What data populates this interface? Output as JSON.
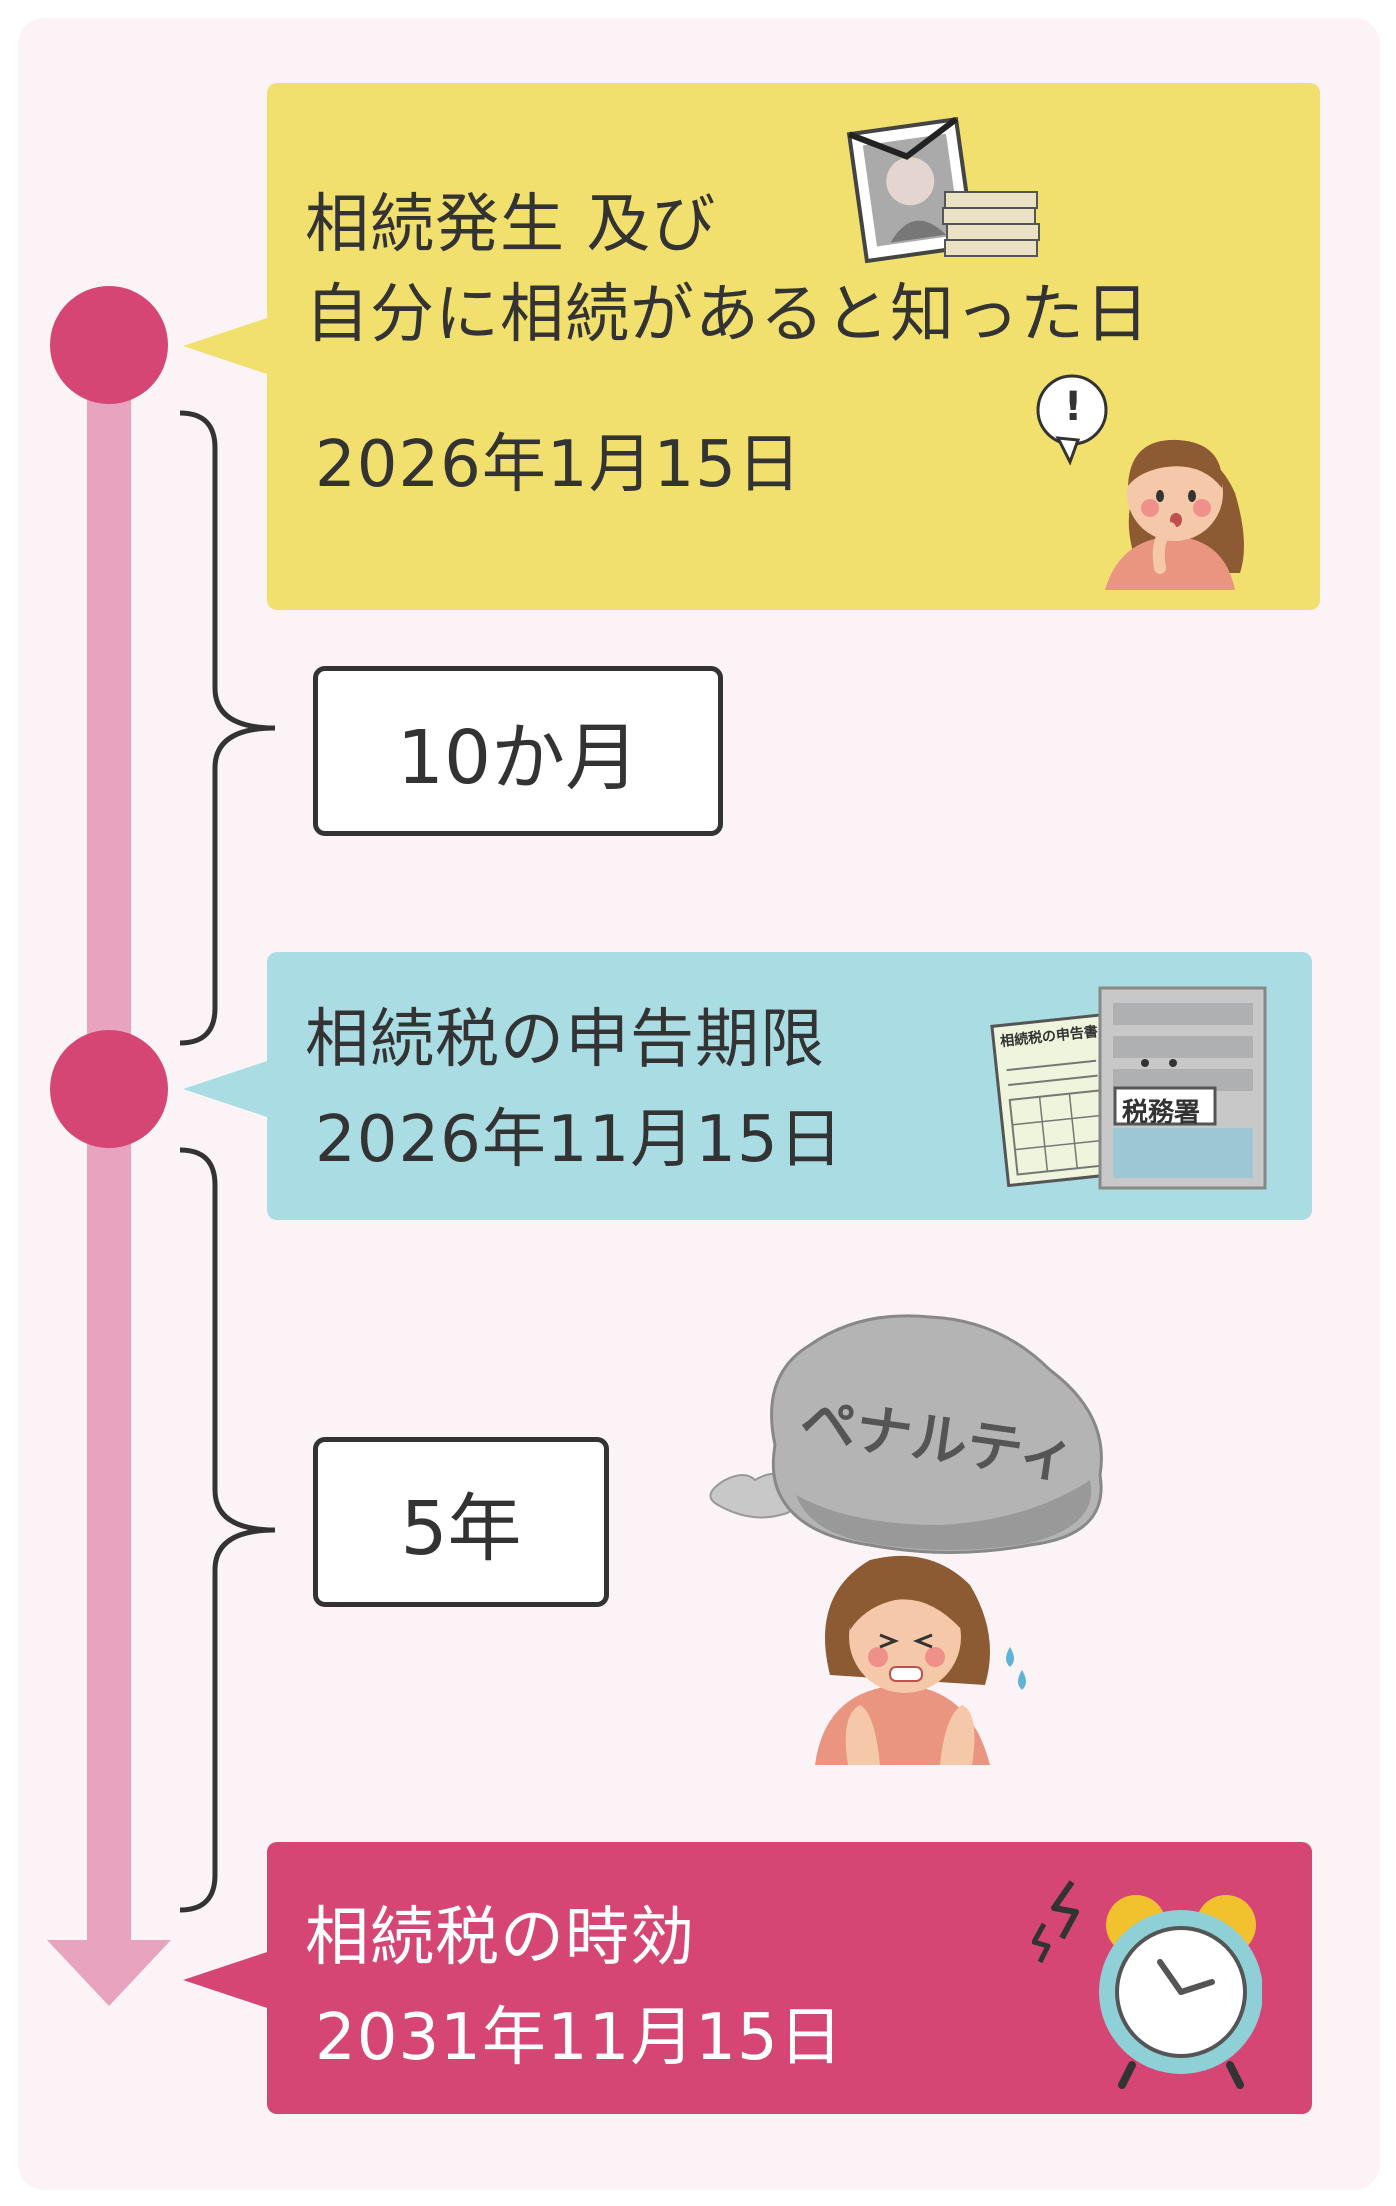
{
  "timeline": {
    "event_start": {
      "title_line1": "相続発生 及び",
      "title_line2": "自分に相続があると知った日",
      "date": "2026年1月15日"
    },
    "duration_1": "10か月",
    "event_deadline": {
      "title": "相続税の申告期限",
      "date": "2026年11月15日"
    },
    "duration_2": "5年",
    "event_expiry": {
      "title": "相続税の時効",
      "date": "2031年11月15日"
    }
  },
  "illustrations": {
    "document_label": "相続税の申告書",
    "tax_office_label": "税務署",
    "rock_label": "ペナルティ",
    "exclamation": "!"
  },
  "colors": {
    "yellow_box": "#f1e06d",
    "blue_box": "#a9dde3",
    "pink_box": "#d64675",
    "timeline_bar": "#e8a3be",
    "timeline_dot": "#d64675"
  }
}
